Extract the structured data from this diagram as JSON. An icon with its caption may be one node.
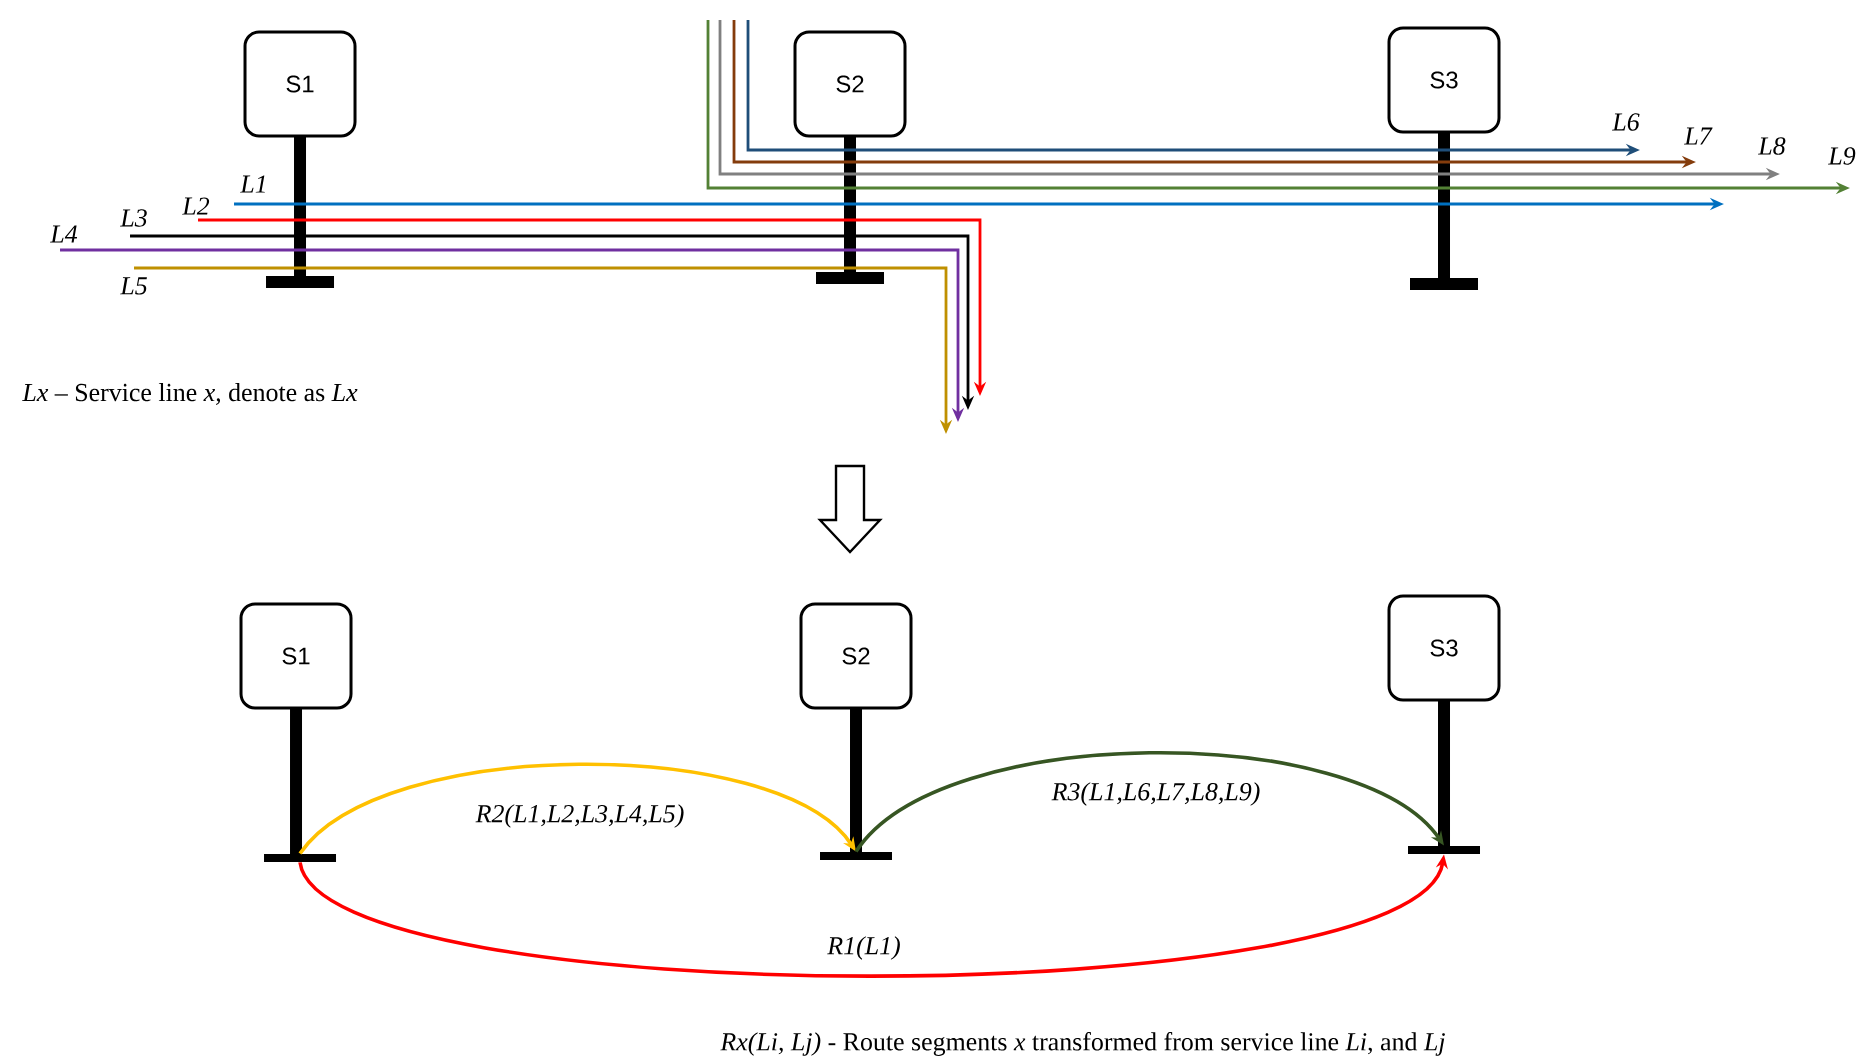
{
  "diagram": {
    "nodes": [
      {
        "text": [
          "S1"
        ]
      },
      {
        "text": [
          "S2"
        ]
      },
      {
        "text": [
          "S3"
        ]
      },
      {
        "text": [
          "S1"
        ]
      },
      {
        "text": [
          "S2"
        ]
      },
      {
        "text": [
          "S3"
        ]
      },
      {
        "text": [],
        "shape": "bar"
      },
      {
        "text": [],
        "shape": "bar"
      },
      {
        "text": [],
        "shape": "bar"
      }
    ],
    "edges": [
      {
        "from": 6,
        "to": 7,
        "arrow": "to",
        "label": "R2(L1,L2,L3,L4,L5)",
        "color": "#ffc000"
      },
      {
        "from": 7,
        "to": 8,
        "arrow": "to",
        "label": "R3(L1,L6,L7,L8,L9)",
        "color": "#375623"
      },
      {
        "from": 6,
        "to": 8,
        "arrow": "to",
        "label": "R1(L1)",
        "color": "#ff0000"
      }
    ],
    "labels": [
      "L1",
      "L2",
      "L3",
      "L4",
      "L5",
      "L6",
      "L7",
      "L8",
      "L9",
      "*Lx* – Service line *x,* denote as *Lx*",
      "*Rx(Li, Lj)* - Route segments *x* transformed from service line *Li*, and *Lj*"
    ]
  }
}
